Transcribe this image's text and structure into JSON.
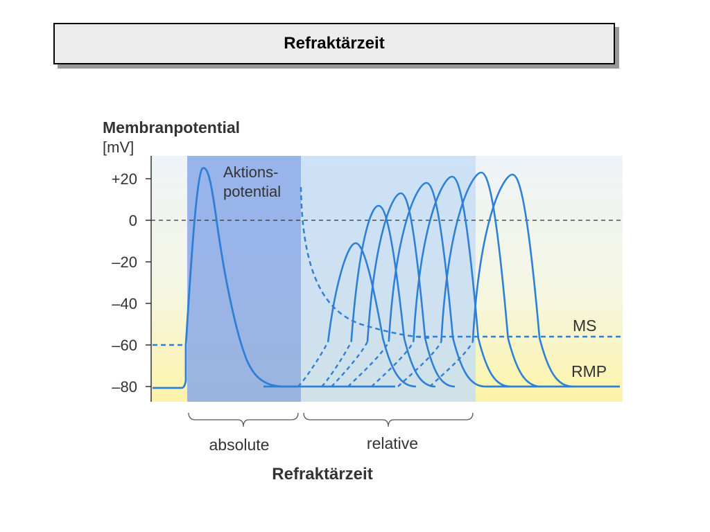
{
  "slide": {
    "title": "Refraktärzeit"
  },
  "chart_data": {
    "type": "line",
    "ylabel": "Membranpotential",
    "yunit": "[mV]",
    "yticks": [
      "+20",
      "0",
      "–20",
      "–40",
      "–60",
      "–80"
    ],
    "ytick_values": [
      20,
      0,
      -20,
      -40,
      -60,
      -80
    ],
    "ylim": [
      -87,
      30
    ],
    "xlabel": "Refraktärzeit",
    "periods": [
      {
        "label": "absolute",
        "color": "#8aa8e8"
      },
      {
        "label": "relative",
        "color": "#c4dcf6"
      }
    ],
    "annotations": {
      "action_potential": [
        "Aktions-",
        "potential"
      ],
      "threshold": "MS",
      "resting": "RMP"
    },
    "resting_potential": -80,
    "threshold_potential": -56,
    "series": [
      {
        "peak": 25
      },
      {
        "peak": -11
      },
      {
        "peak": 7
      },
      {
        "peak": 13
      },
      {
        "peak": 18
      },
      {
        "peak": 21
      },
      {
        "peak": 23
      },
      {
        "peak": 22
      }
    ],
    "colors": {
      "curve": "#2e7fd6",
      "background_top": "#e8f0f7",
      "background_bottom": "#fdf3a8",
      "text": "#333333"
    }
  }
}
